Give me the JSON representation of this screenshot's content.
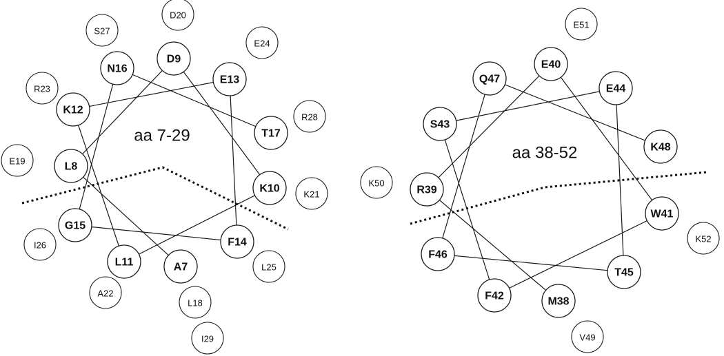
{
  "wheels": [
    {
      "title": "aa 7-29",
      "inner_residues": [
        "A7",
        "L8",
        "D9",
        "K10",
        "L11",
        "K12",
        "E13",
        "F14",
        "G15",
        "N16",
        "T17"
      ],
      "bond_order": [
        "A7",
        "L8",
        "D9",
        "K10",
        "L11",
        "K12",
        "E13",
        "F14",
        "G15",
        "N16",
        "T17"
      ],
      "outer_residues": [
        "L18",
        "E19",
        "D20",
        "K21",
        "A22",
        "R23",
        "E24",
        "L25",
        "I26",
        "S27",
        "R28",
        "I29"
      ]
    },
    {
      "title": "aa 38-52",
      "inner_residues": [
        "M38",
        "R39",
        "E40",
        "W41",
        "F42",
        "S43",
        "E44",
        "T45",
        "F46",
        "Q47",
        "K48"
      ],
      "bond_order": [
        "M38",
        "R39",
        "E40",
        "W41",
        "F42",
        "S43",
        "E44",
        "T45",
        "F46",
        "Q47",
        "K48"
      ],
      "outer_residues": [
        "V49",
        "K50",
        "E51",
        "K52"
      ]
    }
  ]
}
